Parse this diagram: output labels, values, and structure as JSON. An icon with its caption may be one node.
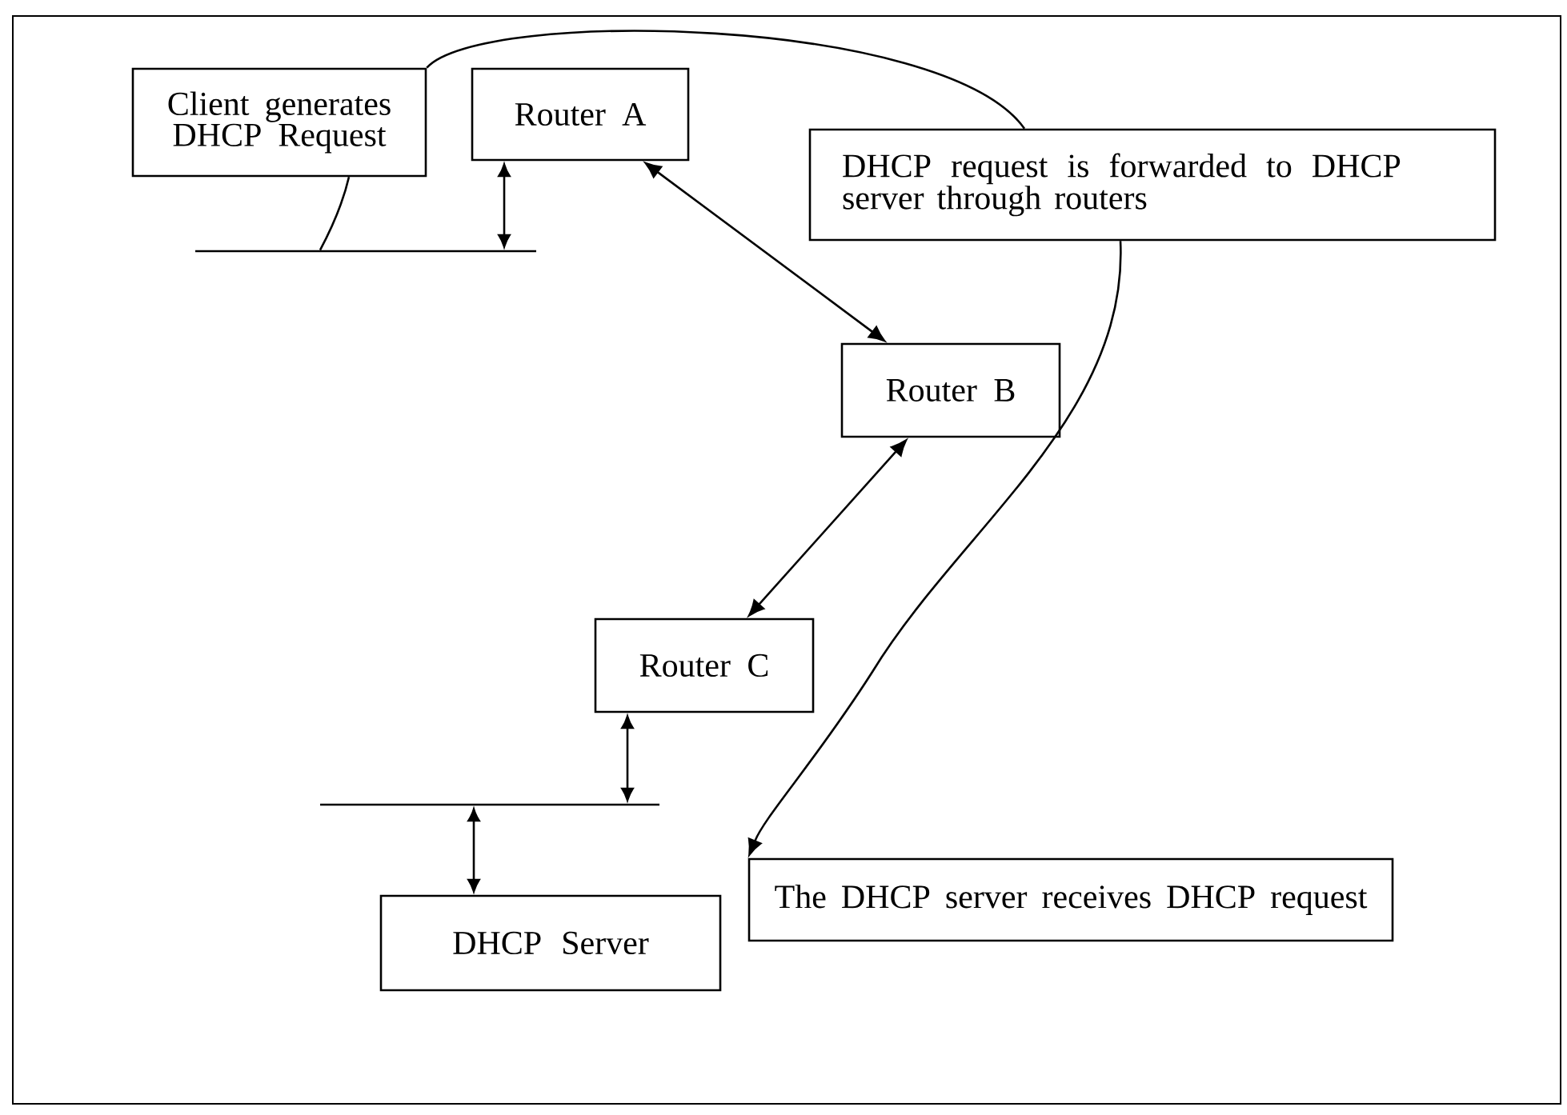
{
  "diagram": {
    "nodes": [
      {
        "text": [
          "Client generates DHCP Request"
        ]
      },
      {
        "text": [
          "Router A"
        ]
      },
      {
        "text": [
          "DHCP request is forwarded to DHCP server through routers"
        ]
      },
      {
        "text": [
          "Router B"
        ]
      },
      {
        "text": [
          "Router C"
        ]
      },
      {
        "text": [
          "DHCP Server"
        ]
      },
      {
        "text": [
          "The DHCP server receives DHCP request"
        ]
      },
      {
        "text": [],
        "shape": "bar"
      },
      {
        "text": [],
        "shape": "bar"
      }
    ],
    "edges": [
      {
        "from": 1,
        "to": 3,
        "arrow": "both"
      },
      {
        "from": 3,
        "to": 4,
        "arrow": "both"
      },
      {
        "from": 1,
        "to": 7,
        "arrow": "both"
      },
      {
        "from": 4,
        "to": 8,
        "arrow": "both"
      },
      {
        "from": 8,
        "to": 5,
        "arrow": "both"
      },
      {
        "from": 0,
        "to": 7,
        "arrow": "none"
      },
      {
        "from": 0,
        "to": 2,
        "arrow": "none"
      },
      {
        "from": 2,
        "to": 6,
        "arrow": "to"
      }
    ]
  }
}
